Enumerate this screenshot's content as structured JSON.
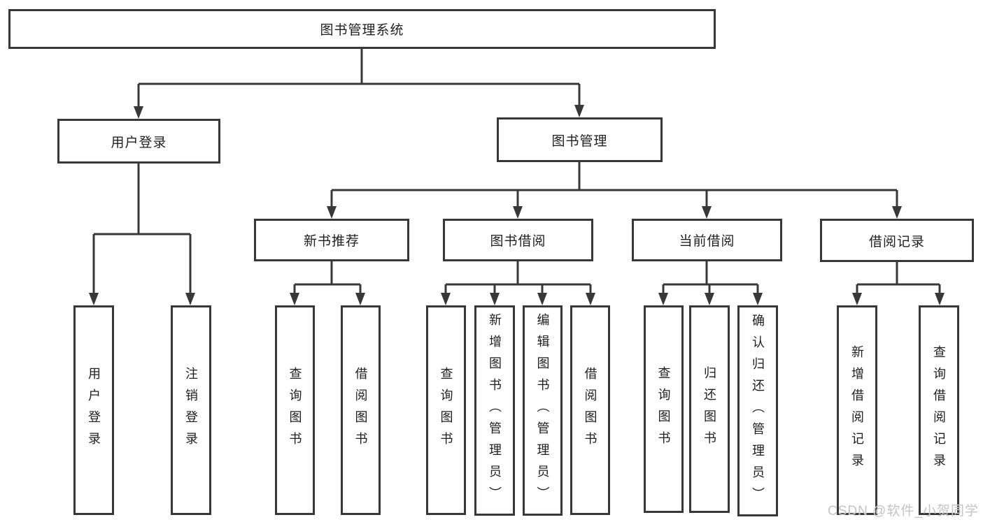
{
  "colors": {
    "line": "#383838",
    "text": "#1f1f1f",
    "box-bg": "#ffffff",
    "watermark": "#c4c4c4"
  },
  "tree": {
    "root": "图书管理系统",
    "branches": [
      {
        "label": "用户登录",
        "children": [
          "用户登录",
          "注销登录"
        ]
      },
      {
        "label": "图书管理",
        "sections": [
          {
            "label": "新书推荐",
            "children": [
              "查询图书",
              "借阅图书"
            ]
          },
          {
            "label": "图书借阅",
            "children": [
              "查询图书",
              "新增图书（管理员）",
              "编辑图书（管理员）",
              "借阅图书"
            ]
          },
          {
            "label": "当前借阅",
            "children": [
              "查询图书",
              "归还图书",
              "确认归还（管理员）"
            ]
          },
          {
            "label": "借阅记录",
            "children": [
              "新增借阅记录",
              "查询借阅记录"
            ]
          }
        ]
      }
    ]
  },
  "watermark": {
    "text": "CSDN @软件_小贺同学"
  }
}
